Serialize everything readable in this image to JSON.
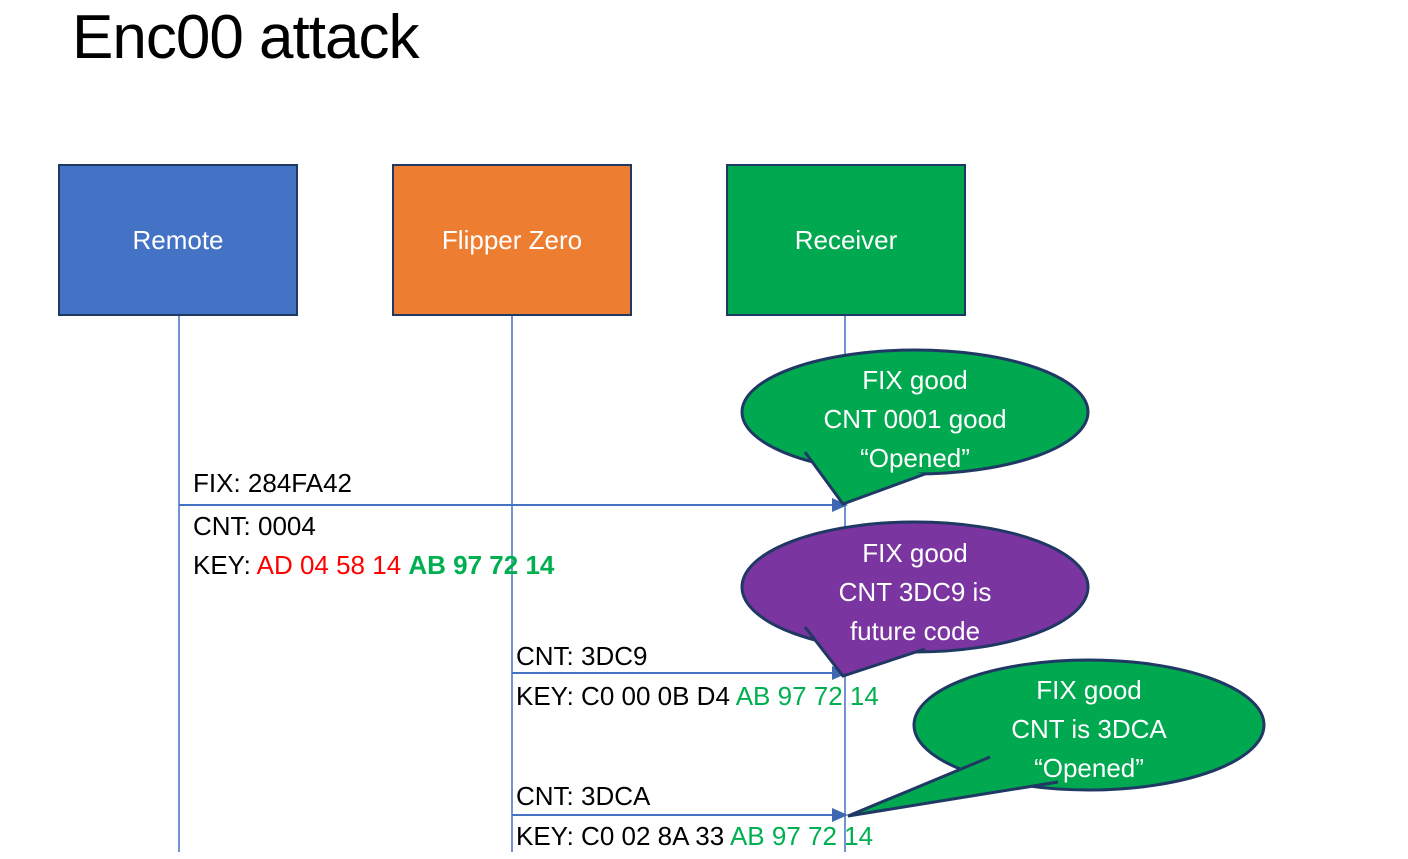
{
  "title": "Enc00 attack",
  "actors": [
    {
      "id": "remote",
      "label": "Remote",
      "fill": "#4472C4"
    },
    {
      "id": "flipper",
      "label": "Flipper Zero",
      "fill": "#ED7D31"
    },
    {
      "id": "receiver",
      "label": "Receiver",
      "fill": "#00A850"
    }
  ],
  "messages": [
    {
      "from": "Remote",
      "to": "Receiver",
      "line_above": "FIX: 284FA42",
      "line_below": "CNT: 0004",
      "key": {
        "prefix": "KEY: ",
        "red": "AD 04 58 14 ",
        "green": "AB 97 72 14"
      }
    },
    {
      "from": "Flipper Zero",
      "to": "Receiver",
      "line_above": "CNT: 3DC9",
      "key": {
        "prefix": "KEY: C0 00 0B D4 ",
        "green": "AB 97 72 14"
      }
    },
    {
      "from": "Flipper Zero",
      "to": "Receiver",
      "line_above": "CNT: 3DCA",
      "key": {
        "prefix": "KEY: C0 02 8A 33 ",
        "green": "AB 97 72 14"
      }
    }
  ],
  "callouts": [
    {
      "color": "#00A850",
      "lines": [
        "FIX good",
        "CNT 0001 good",
        "“Opened”"
      ]
    },
    {
      "color": "#7A35A0",
      "lines": [
        "FIX good",
        "CNT 3DC9 is",
        "future code"
      ]
    },
    {
      "color": "#00A850",
      "lines": [
        "FIX good",
        "CNT is 3DCA",
        "“Opened”"
      ]
    }
  ],
  "colors": {
    "background": "#FFFFFF",
    "title_text": "#000000",
    "label_text": "#000000",
    "actor_text": "#FFFFFF",
    "callout_text": "#FFFFFF",
    "actor_border": "#1F3864",
    "callout_border": "#1F3864",
    "lifeline": "#4472C4",
    "arrow": "#4472C4",
    "key_red": "#FF0000",
    "key_green": "#00B050",
    "remote_fill": "#4472C4",
    "flipper_fill": "#ED7D31",
    "receiver_fill": "#00A850",
    "callout_purple": "#7A35A0",
    "callout_green": "#00A850"
  }
}
